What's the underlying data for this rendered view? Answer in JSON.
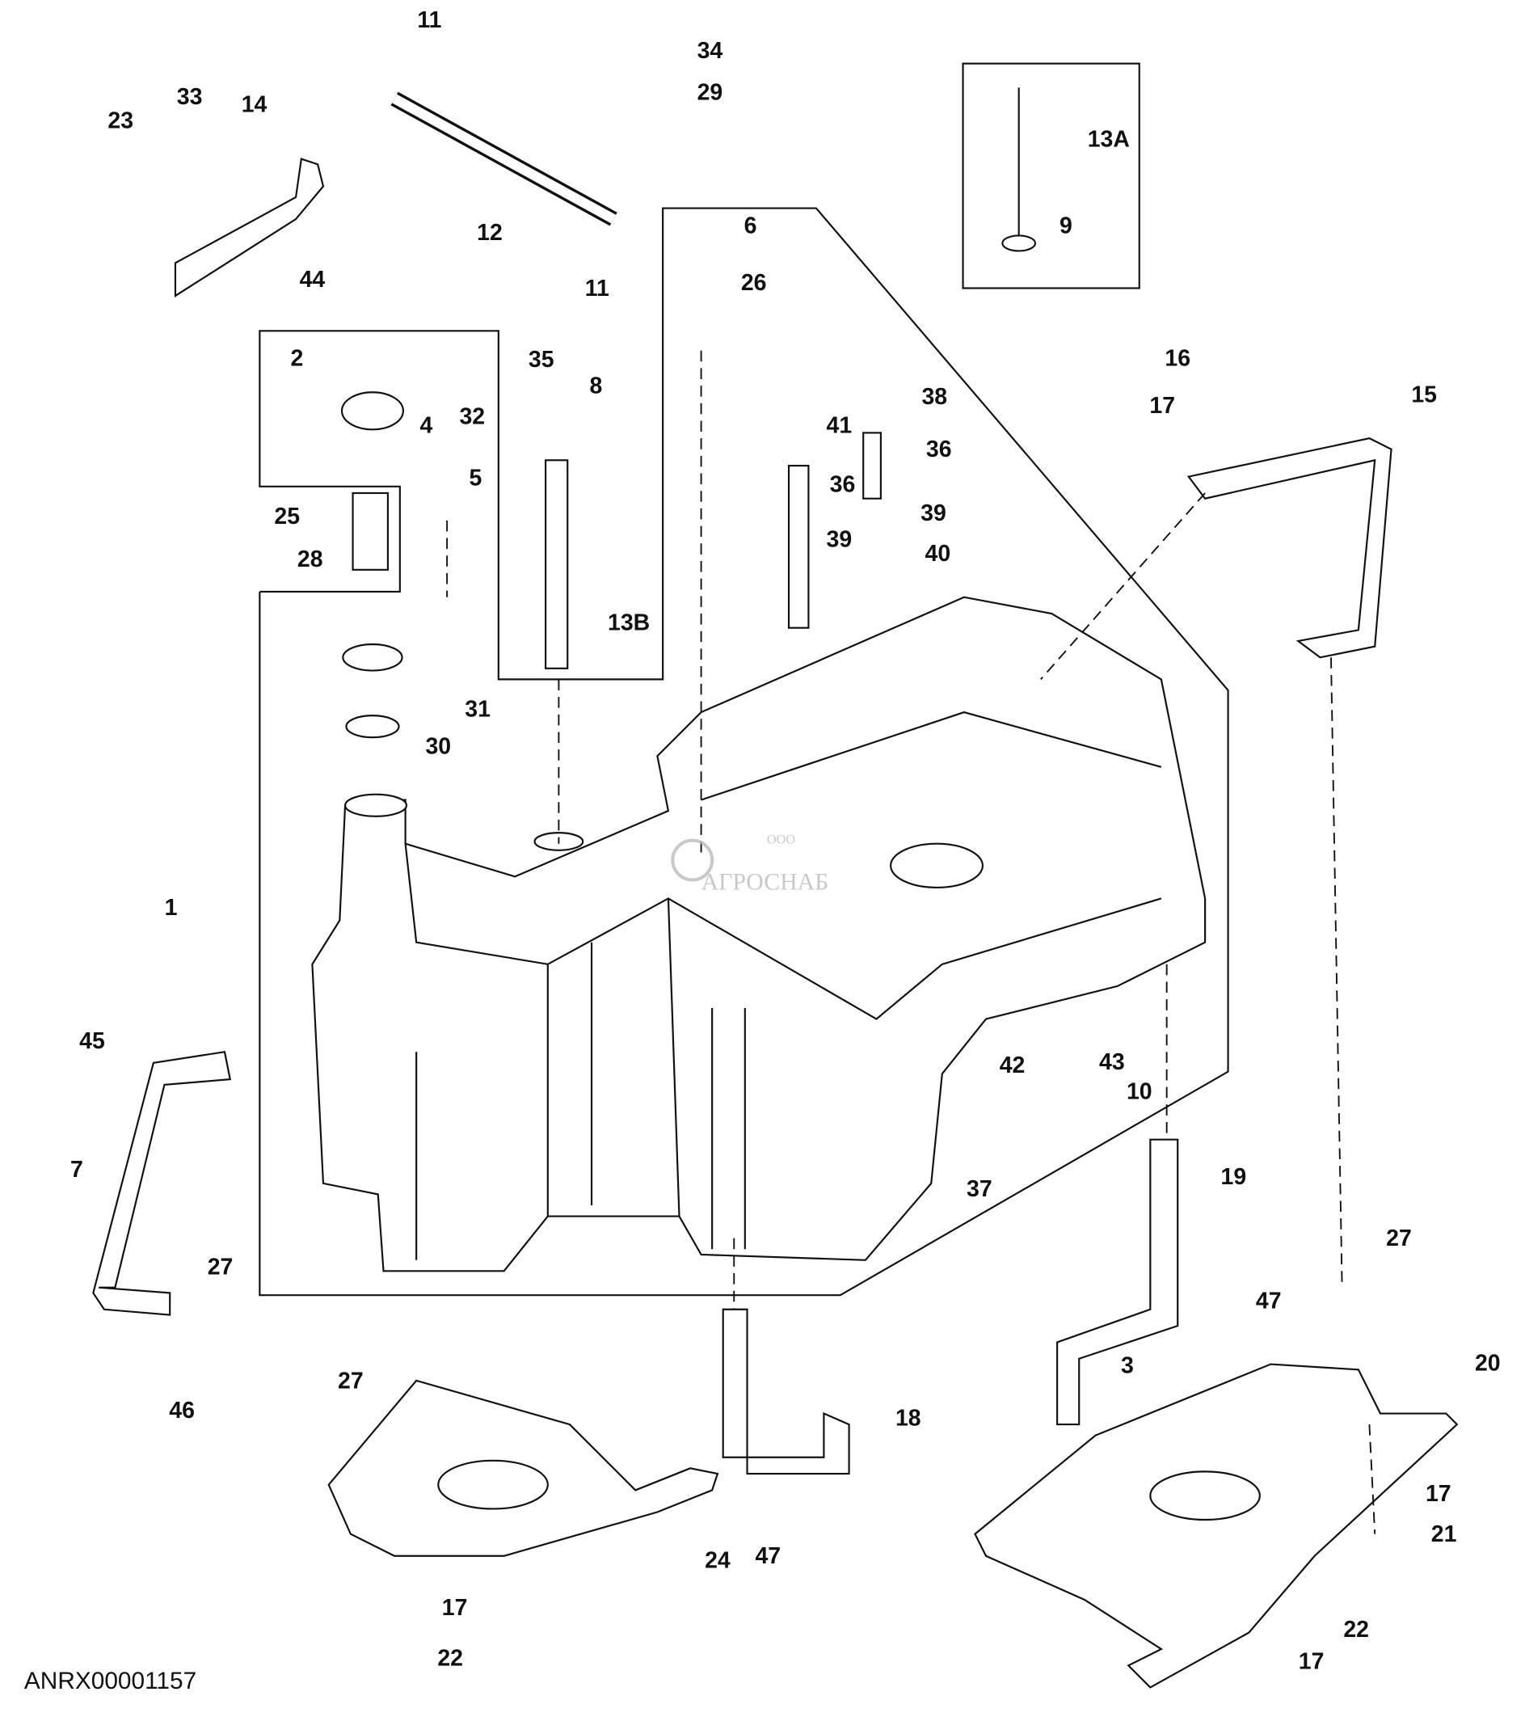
{
  "diagram": {
    "drawing_code": "ANRX00001157",
    "watermark": {
      "company_prefix": "ООО",
      "company_name": "АГРОСНАБ"
    },
    "callouts": [
      "11",
      "14",
      "23",
      "33",
      "12",
      "44",
      "34",
      "29",
      "6",
      "26",
      "11",
      "35",
      "13A",
      "9",
      "2",
      "4",
      "32",
      "5",
      "25",
      "28",
      "8",
      "13B",
      "41",
      "38",
      "36",
      "36",
      "39",
      "39",
      "40",
      "16",
      "17",
      "15",
      "31",
      "30",
      "1",
      "45",
      "7",
      "27",
      "46",
      "42",
      "43",
      "10",
      "37",
      "19",
      "27",
      "47",
      "3",
      "20",
      "27",
      "18",
      "24",
      "47",
      "17",
      "21",
      "22",
      "17",
      "17",
      "22"
    ]
  }
}
